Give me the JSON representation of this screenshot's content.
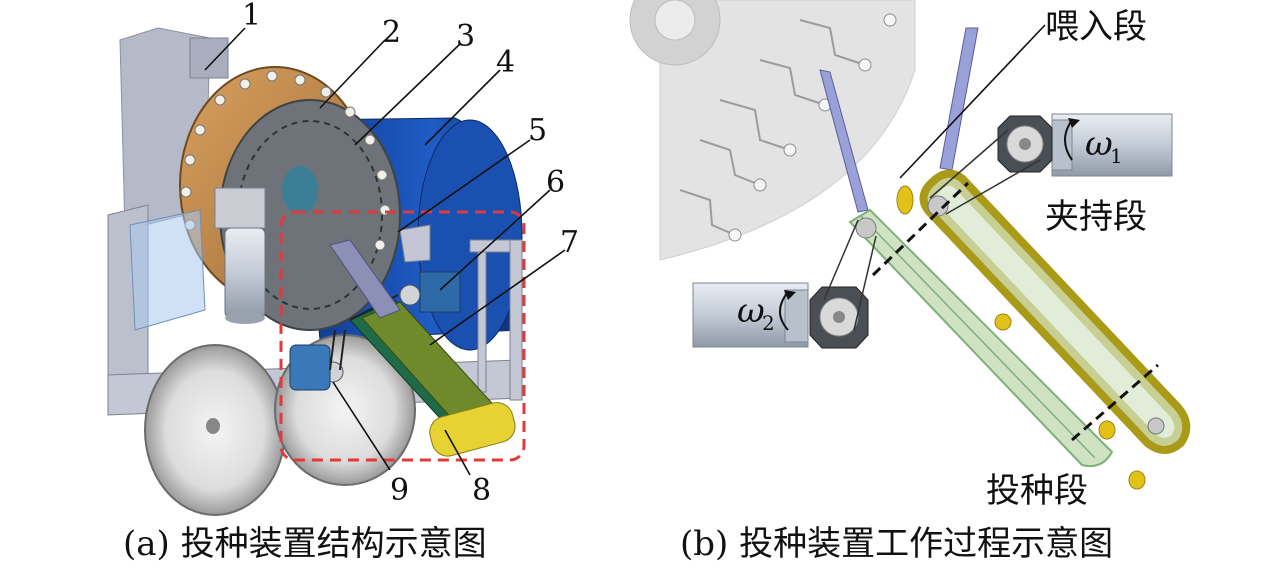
{
  "panel_a": {
    "caption": "(a) 投种装置结构示意图",
    "part_numbers": [
      "1",
      "2",
      "3",
      "4",
      "5",
      "6",
      "7",
      "8",
      "9"
    ]
  },
  "panel_b": {
    "caption": "(b) 投种装置工作过程示意图",
    "labels": {
      "feed_section": "喂入段",
      "clamp_section": "夹持段",
      "seeding_section": "投种段",
      "omega1": "ω",
      "omega1_sub": "1",
      "omega2": "ω",
      "omega2_sub": "2"
    }
  },
  "colors": {
    "frame": "#b9bccb",
    "disc_bronze": "#c08a4f",
    "housing_blue": "#1c4fa8",
    "belt_green": "#cfe3c2",
    "belt_olive": "#a99a18",
    "seed_yellow": "#e2c21a",
    "dashed_box": "#e23a3a",
    "motor_silver": "#cfd6df",
    "guide_plate": "#9aa0d8"
  }
}
